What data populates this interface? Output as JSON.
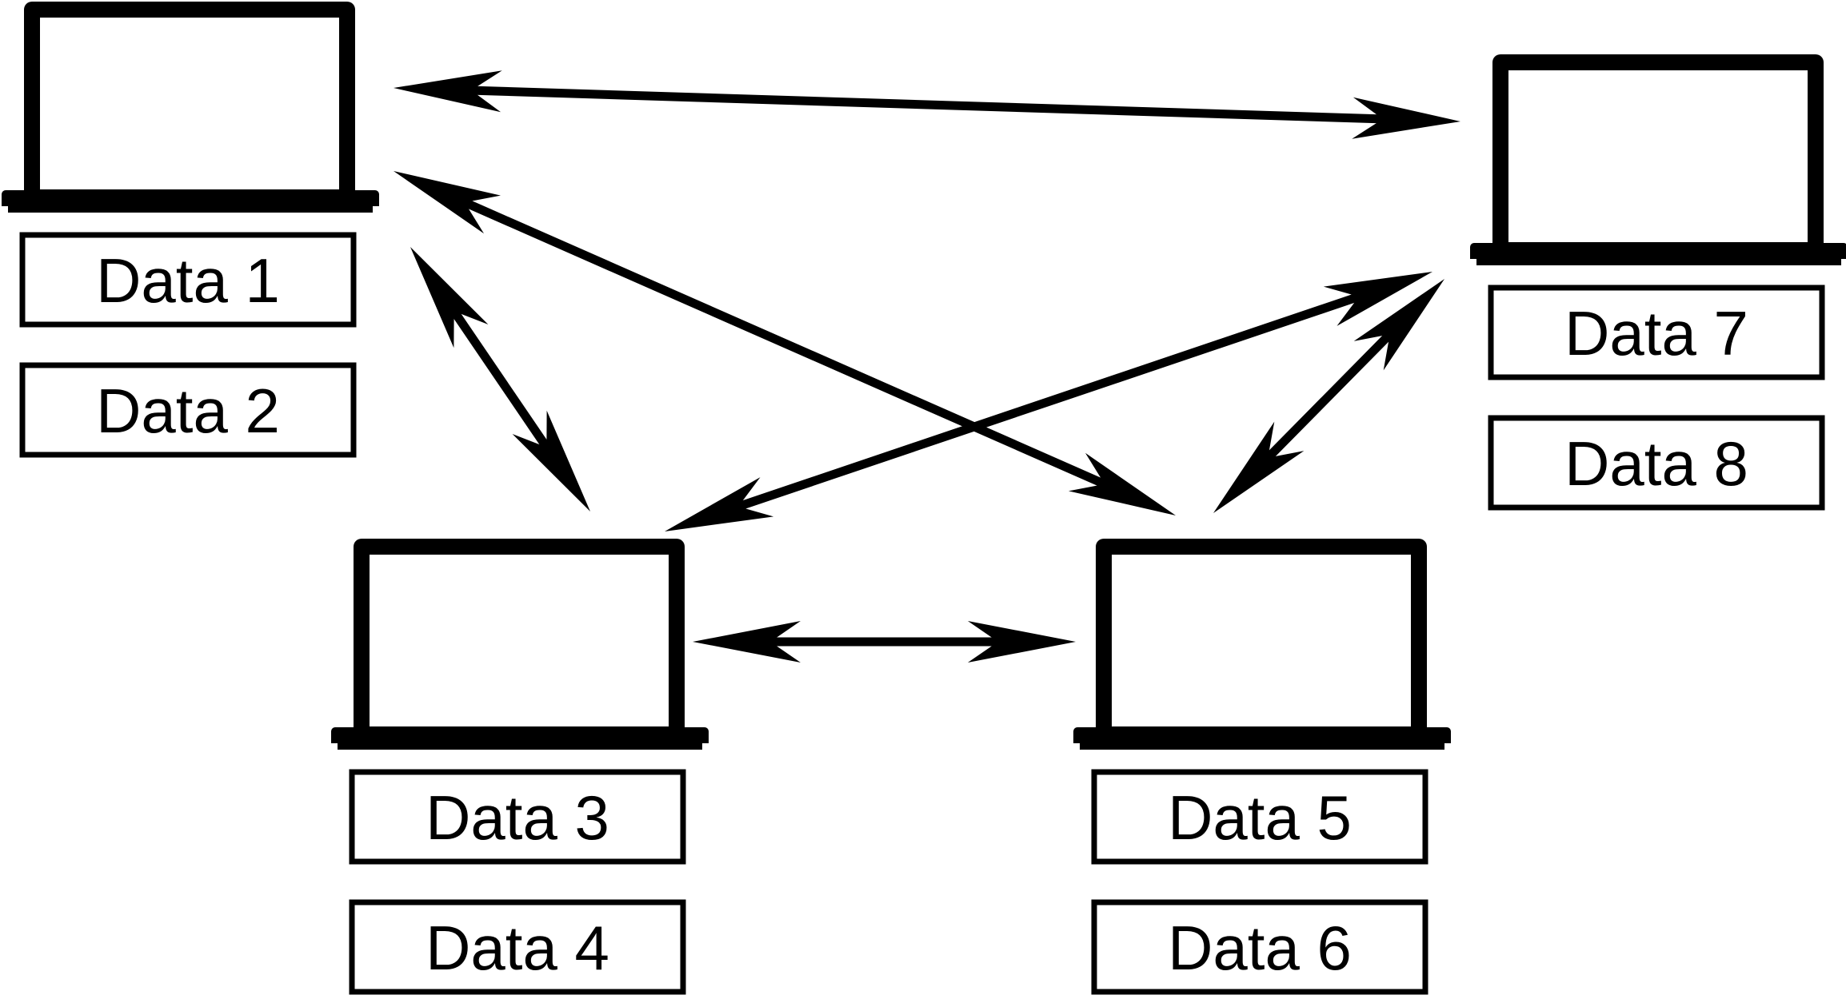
{
  "diagram": {
    "nodes": [
      {
        "id": "laptop-1",
        "data_labels": [
          "Data 1",
          "Data 2"
        ]
      },
      {
        "id": "laptop-2",
        "data_labels": [
          "Data 3",
          "Data 4"
        ]
      },
      {
        "id": "laptop-3",
        "data_labels": [
          "Data 5",
          "Data 6"
        ]
      },
      {
        "id": "laptop-4",
        "data_labels": [
          "Data 7",
          "Data 8"
        ]
      }
    ],
    "connections": [
      {
        "from": "laptop-1",
        "to": "laptop-4",
        "type": "bidirectional"
      },
      {
        "from": "laptop-1",
        "to": "laptop-3",
        "type": "bidirectional"
      },
      {
        "from": "laptop-1",
        "to": "laptop-2",
        "type": "bidirectional"
      },
      {
        "from": "laptop-2",
        "to": "laptop-4",
        "type": "bidirectional"
      },
      {
        "from": "laptop-3",
        "to": "laptop-4",
        "type": "bidirectional"
      },
      {
        "from": "laptop-2",
        "to": "laptop-3",
        "type": "bidirectional"
      }
    ],
    "colors": {
      "stroke": "#000000",
      "background": "#ffffff"
    }
  }
}
